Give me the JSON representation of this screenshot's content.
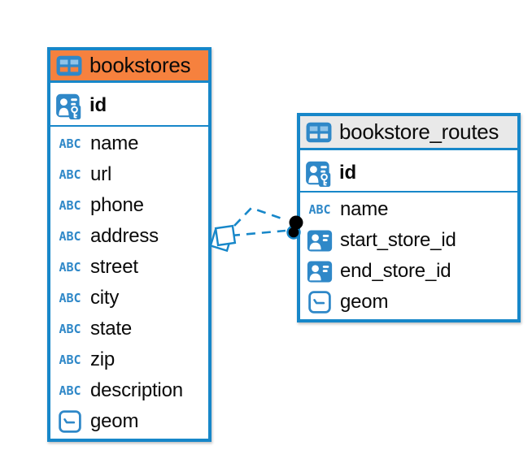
{
  "colors": {
    "accent_blue": "#1787C9",
    "icon_blue": "#2F88C8",
    "icon_cell_blue": "#8FC3E8",
    "relation_dot": "#000000",
    "bookstores_header_bg": "#F6813E",
    "routes_header_bg": "#E9E9E9",
    "canvas_bg": "#FFFFFF",
    "text": "#0A0A0A"
  },
  "tables": [
    {
      "name": "bookstores",
      "header_bg": "#F6813E",
      "header_icon": "table-icon",
      "columns": [
        {
          "label": "id",
          "type": "primary-key"
        },
        {
          "label": "name",
          "type": "text"
        },
        {
          "label": "url",
          "type": "text"
        },
        {
          "label": "phone",
          "type": "text"
        },
        {
          "label": "address",
          "type": "text"
        },
        {
          "label": "street",
          "type": "text"
        },
        {
          "label": "city",
          "type": "text"
        },
        {
          "label": "state",
          "type": "text"
        },
        {
          "label": "zip",
          "type": "text"
        },
        {
          "label": "description",
          "type": "text"
        },
        {
          "label": "geom",
          "type": "geometry"
        }
      ]
    },
    {
      "name": "bookstore_routes",
      "header_bg": "#E9E9E9",
      "header_icon": "table-icon",
      "columns": [
        {
          "label": "id",
          "type": "primary-key"
        },
        {
          "label": "name",
          "type": "text"
        },
        {
          "label": "start_store_id",
          "type": "reference"
        },
        {
          "label": "end_store_id",
          "type": "reference"
        },
        {
          "label": "geom",
          "type": "geometry"
        }
      ]
    }
  ],
  "relations": [
    {
      "from_table": "bookstores",
      "to_table": "bookstore_routes",
      "line_style": "dashed"
    },
    {
      "from_table": "bookstores",
      "to_table": "bookstore_routes",
      "line_style": "dashed"
    }
  ],
  "icon_legend": {
    "table-icon": "table grid",
    "primary-key-icon": "person card with key",
    "reference-icon": "person card",
    "text-icon": "ABC letters",
    "geometry-icon": "box with dash"
  }
}
